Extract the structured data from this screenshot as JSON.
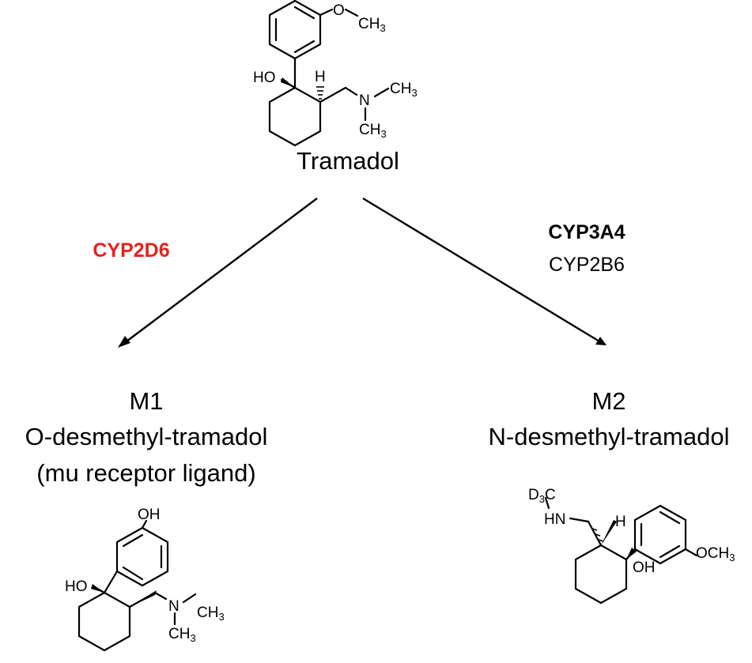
{
  "colors": {
    "primary_enzyme": "#e8201e",
    "ink": "#000000",
    "background": "#ffffff"
  },
  "parent": {
    "name": "Tramadol"
  },
  "pathway_left": {
    "enzyme": "CYP2D6"
  },
  "pathway_right": {
    "enzyme_major": "CYP3A4",
    "enzyme_minor": "CYP2B6"
  },
  "m1": {
    "code": "M1",
    "name": "O-desmethyl-tramadol",
    "note": "(mu receptor ligand)"
  },
  "m2": {
    "code": "M2",
    "name": "N-desmethyl-tramadol"
  },
  "structures": {
    "tramadol": {
      "methoxy": "O",
      "ch3_top": "CH",
      "sub3": "3",
      "ho": "HO",
      "h": "H",
      "n": "N",
      "ch3_right": "CH",
      "ch3_down": "CH"
    },
    "m1": {
      "oh_top": "OH",
      "ho": "HO",
      "n": "N",
      "ch3_right": "CH",
      "ch3_down": "CH",
      "sub3": "3"
    },
    "m2": {
      "d": "D",
      "sub3": "3",
      "c": "C",
      "hn": "HN",
      "h": "H",
      "oh": "OH",
      "och": "OCH"
    }
  }
}
